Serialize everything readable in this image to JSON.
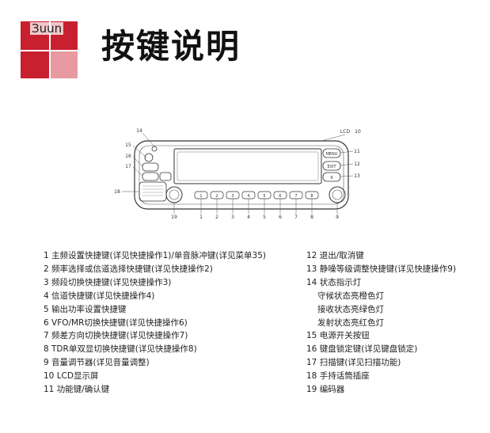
{
  "logo": {
    "text": "Зuun"
  },
  "title": "按键说明",
  "diagram": {
    "label_lcd": "LCD",
    "callouts": [
      "1",
      "2",
      "3",
      "4",
      "5",
      "6",
      "7",
      "8",
      "9",
      "10",
      "11",
      "12",
      "13",
      "14",
      "15",
      "16",
      "17",
      "18",
      "19"
    ],
    "buttons": {
      "menu": "MENU",
      "exit": "EXIT",
      "b1": "1",
      "b2": "2",
      "b3": "3",
      "b4": "4",
      "b5": "5",
      "b6": "6",
      "b7": "7",
      "b8": "8",
      "b9": "9"
    }
  },
  "legend_left": [
    "1 主频设置快捷键(详见快捷操作1)/单音脉冲键(详见菜单35)",
    "2 频率选择或信道选择快捷键(详见快捷操作2)",
    "3 频段切换快捷键(详见快捷操作3)",
    "4 信道快捷键(详见快捷操作4)",
    "5 输出功率设置快捷键",
    "6 VFO/MR切换快捷键(详见快捷操作6)",
    "7 频差方向切换快捷键(详见快捷操作7)",
    "8 TDR单双显切换快捷键(详见快捷操作8)",
    "9 音量调节器(详见音量调整)",
    "10 LCD显示屏",
    "11 功能键/确认键"
  ],
  "legend_right": [
    {
      "text": "12 退出/取消键",
      "sub": false
    },
    {
      "text": "13 静噪等级调整快捷键(详见快捷操作9)",
      "sub": false
    },
    {
      "text": "14 状态指示灯",
      "sub": false
    },
    {
      "text": "守候状态亮橙色灯",
      "sub": true
    },
    {
      "text": "接收状态亮绿色灯",
      "sub": true
    },
    {
      "text": "发射状态亮红色灯",
      "sub": true
    },
    {
      "text": "15 电源开关按钮",
      "sub": false
    },
    {
      "text": "16 键盘锁定键(详见键盘锁定)",
      "sub": false
    },
    {
      "text": "17 扫描键(详见扫描功能)",
      "sub": false
    },
    {
      "text": "18 手持话筒插座",
      "sub": false
    },
    {
      "text": "19 编码器",
      "sub": false
    }
  ]
}
